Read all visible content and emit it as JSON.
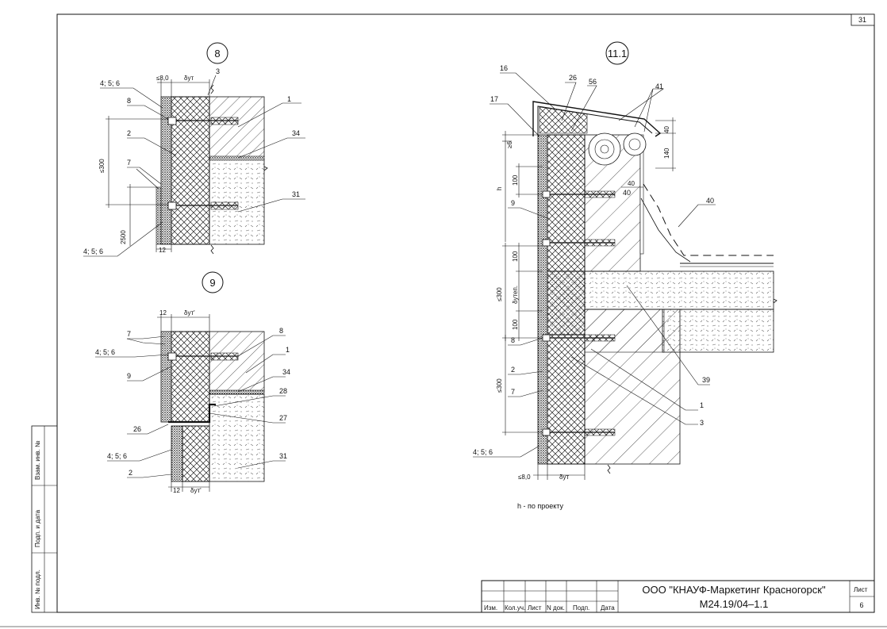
{
  "sheet": {
    "page_number": "31",
    "side_stamps": [
      "Взам. инв. №",
      "Подп. и дата",
      "Инв. № подл."
    ]
  },
  "detail_8": {
    "id": "8",
    "labels": [
      "4; 5; 6",
      "8",
      "2",
      "7",
      "4; 5; 6",
      "1",
      "34",
      "31",
      "3"
    ],
    "dims": [
      "≤8,0",
      "δут",
      "≤300",
      "2500",
      "12"
    ]
  },
  "detail_9": {
    "id": "9",
    "labels": [
      "7",
      "4; 5; 6",
      "9",
      "26",
      "4; 5; 6",
      "2",
      "8",
      "1",
      "34",
      "28",
      "27",
      "31"
    ],
    "dims": [
      "12",
      "δут'",
      "12",
      "δут'"
    ]
  },
  "detail_11_1": {
    "id": "11.1",
    "labels": [
      "16",
      "26",
      "56",
      "41",
      "17",
      "9",
      "8",
      "2",
      "7",
      "4; 5; 6",
      "40",
      "40",
      "39",
      "1",
      "3"
    ],
    "dims": [
      "40",
      "140",
      "≥6",
      "h",
      "100",
      "≤300",
      "100",
      "δутеп.",
      "100",
      "≤300",
      "≤8,0",
      "δут",
      "40"
    ],
    "note": "h - по проекту"
  },
  "title_block": {
    "headers": [
      "Изм.",
      "Кол.уч.",
      "Лист",
      "N док.",
      "Подп.",
      "Дата"
    ],
    "company": "ООО \"КНАУФ-Маркетинг Красногорск\"",
    "code": "М24.19/04–1.1",
    "sheet_label": "Лист",
    "sheet_no": "6"
  }
}
